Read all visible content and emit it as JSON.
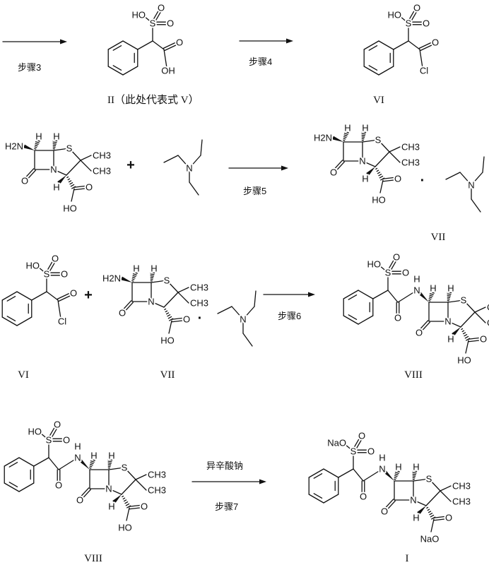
{
  "steps": {
    "step3": "步骤3",
    "step4": "步骤4",
    "step5": "步骤5",
    "step6": "步骤6",
    "step7": "步骤7"
  },
  "reagents": {
    "step7_reagent": "异辛酸钠"
  },
  "compound_labels": {
    "row1_II": "II（此处代表式 V）",
    "row1_VI": "VI",
    "row2_VII": "VII",
    "row3_VI": "VI",
    "row3_VII": "VII",
    "row3_VIII": "VIII",
    "row4_VIII": "VIII",
    "row4_I": "I"
  },
  "atoms": {
    "HO": "HO",
    "OH": "OH",
    "S": "S",
    "O": "O",
    "Cl": "Cl",
    "H2N": "H2N",
    "H": "H",
    "N": "N",
    "CH3": "CH3",
    "NaO": "NaO"
  },
  "symbols": {
    "plus": "+",
    "dot": "·"
  }
}
